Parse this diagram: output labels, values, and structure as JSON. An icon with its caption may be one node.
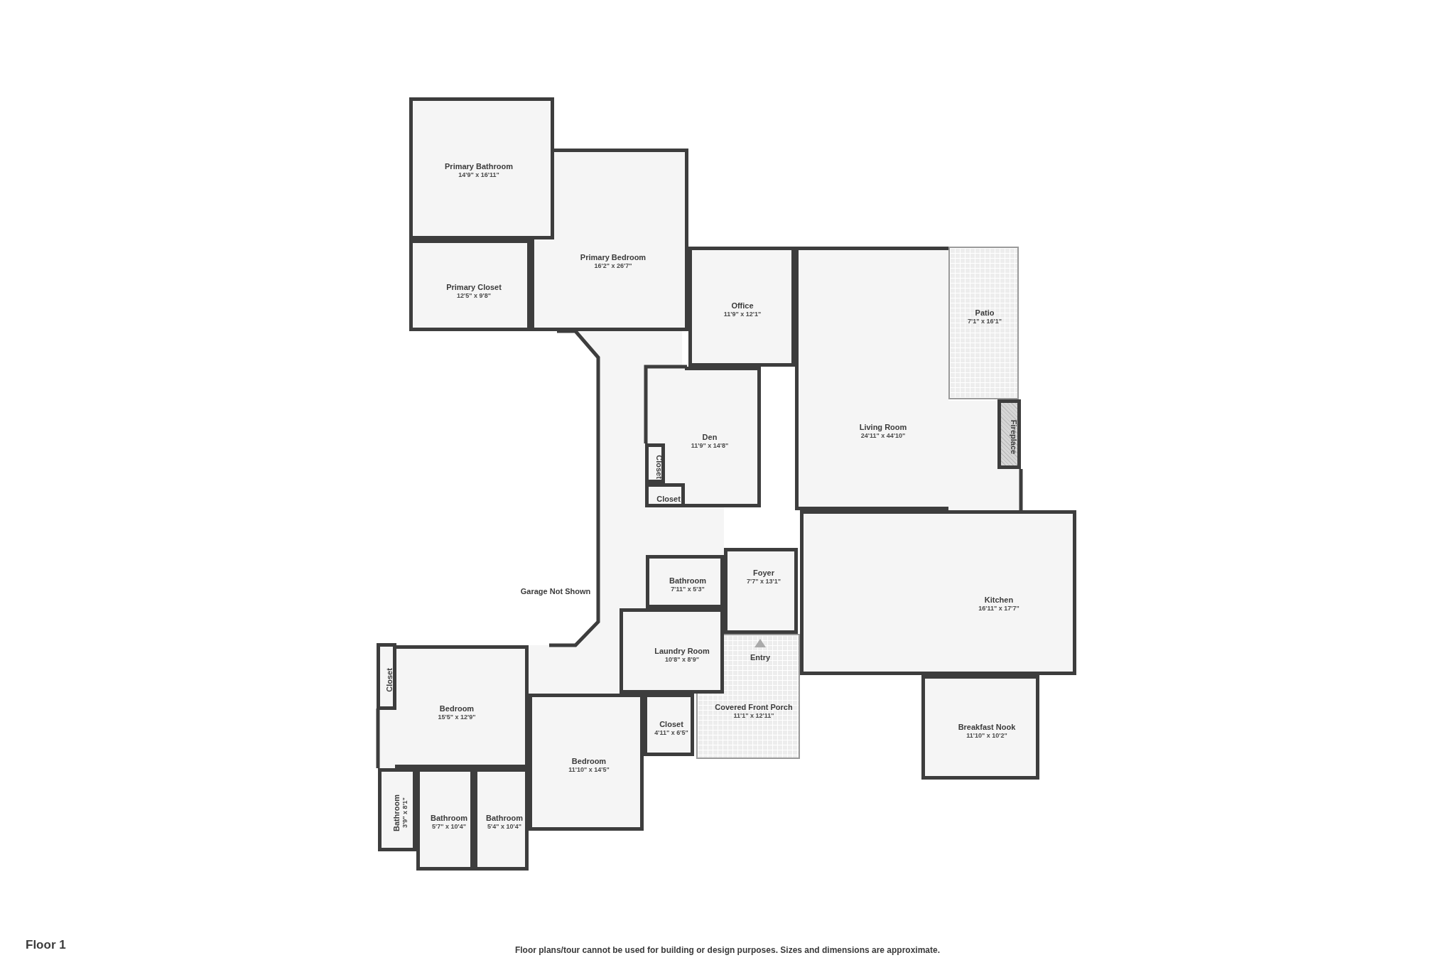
{
  "diagram": {
    "title": "Floor 1",
    "caption": "Floor plans/tour cannot be used for building or design purposes. Sizes and dimensions are approximate.",
    "nodes": [
      {
        "text": [
          "Primary Bathroom",
          "14'9\" x 16'11\""
        ]
      },
      {
        "text": [
          "Primary Bedroom",
          "16'2\" x 26'7\""
        ]
      },
      {
        "text": [
          "Office",
          "11'9\" x 12'1\""
        ]
      },
      {
        "text": [
          "Patio",
          "7'1\" x 16'1\""
        ]
      },
      {
        "text": [
          "Primary Closet",
          "12'5\" x 9'8\""
        ]
      },
      {
        "text": [
          "Den",
          "11'9\" x 14'8\""
        ]
      },
      {
        "text": [
          "Living Room",
          "24'11\" x 44'10\""
        ]
      },
      {
        "text": [
          "Fireplace"
        ]
      },
      {
        "text": [
          "Closet"
        ]
      },
      {
        "text": [
          "Closet"
        ]
      },
      {
        "text": [
          "Bathroom",
          "7'11\" x 5'3\""
        ]
      },
      {
        "text": [
          "Foyer",
          "7'7\" x 13'1\""
        ]
      },
      {
        "text": [
          "Kitchen",
          "16'11\" x 17'7\""
        ]
      },
      {
        "text": [
          "Laundry Room",
          "10'8\" x 8'9\""
        ]
      },
      {
        "text": [
          "Covered Front Porch",
          "11'1\" x 12'11\""
        ]
      },
      {
        "text": [
          "Bedroom",
          "15'5\" x 12'9\""
        ]
      },
      {
        "text": [
          "Closet"
        ]
      },
      {
        "text": [
          "Closet",
          "4'11\" x 6'5\""
        ]
      },
      {
        "text": [
          "Breakfast Nook",
          "11'10\" x 10'2\""
        ]
      },
      {
        "text": [
          "Bedroom",
          "11'10\" x 14'5\""
        ]
      },
      {
        "text": [
          "Bathroom",
          "5'7\" x 10'4\""
        ]
      },
      {
        "text": [
          "Bathroom",
          "5'4\" x 10'4\""
        ]
      },
      {
        "text": [
          "Bathroom",
          "3'9\" x 8'1\""
        ]
      }
    ],
    "labels": [
      "Garage Not Shown",
      "Entry"
    ]
  }
}
